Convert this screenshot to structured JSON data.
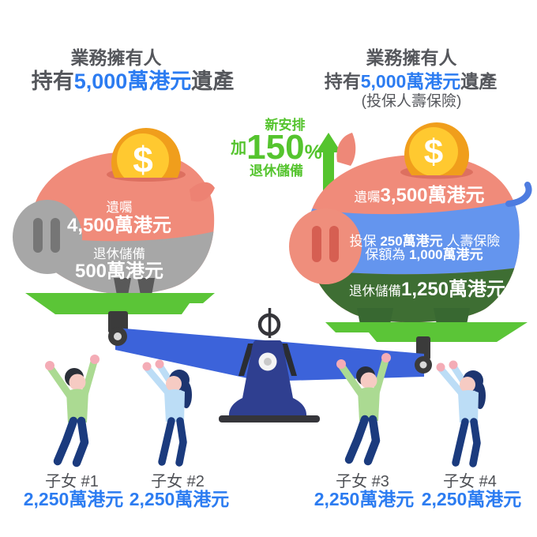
{
  "page": {
    "background": "#FFFFFF"
  },
  "colors": {
    "accent_blue": "#2C7CF1",
    "accent_green": "#55C42E",
    "heading_gray": "#55575C",
    "pig_coral": "#F08B7A",
    "pig_gray": "#A7A7A7",
    "pig_blue_band": "#6495EE",
    "pig_dark_green_band": "#3E6E33",
    "plate_green": "#5BC537",
    "beam_blue": "#3C63DA",
    "stand_navy": "#2F3F90",
    "coin_gold": "#F09E1C",
    "coin_yellow": "#FFC930"
  },
  "coin": {
    "symbol": "$"
  },
  "left_panel": {
    "title_line1": "業務擁有人",
    "title_line2_prefix": "持有",
    "title_line2_amount": "5,000萬港元",
    "title_line2_suffix": "遺產",
    "pig": {
      "will_label": "遺囑",
      "will_amount": "4,500萬港元",
      "retirement_label": "退休儲備",
      "retirement_amount": "500萬港元"
    }
  },
  "right_panel": {
    "title_line1": "業務擁有人",
    "title_line2_prefix": "持有",
    "title_line2_amount": "5,000萬港元",
    "title_line2_suffix": "遺產",
    "title_line3": "(投保人壽保險)",
    "pig": {
      "will_label": "遺囑",
      "will_amount": "3,500萬港元",
      "insurance_line1_prefix": "投保 ",
      "insurance_line1_amount": "250萬港元",
      "insurance_line1_suffix": " 人壽保險",
      "insurance_line2_prefix": "保額為 ",
      "insurance_line2_amount": "1,000萬港元",
      "retirement_label": "退休儲備",
      "retirement_amount": "1,250萬港元"
    }
  },
  "annotation": {
    "line1": "新安排",
    "add_prefix": "加",
    "percent_value": "150",
    "percent_sign": "%",
    "line3": "退休儲備"
  },
  "children": [
    {
      "label": "子女 #1",
      "amount": "2,250萬港元"
    },
    {
      "label": "子女 #2",
      "amount": "2,250萬港元"
    },
    {
      "label": "子女 #3",
      "amount": "2,250萬港元"
    },
    {
      "label": "子女 #4",
      "amount": "2,250萬港元"
    }
  ]
}
